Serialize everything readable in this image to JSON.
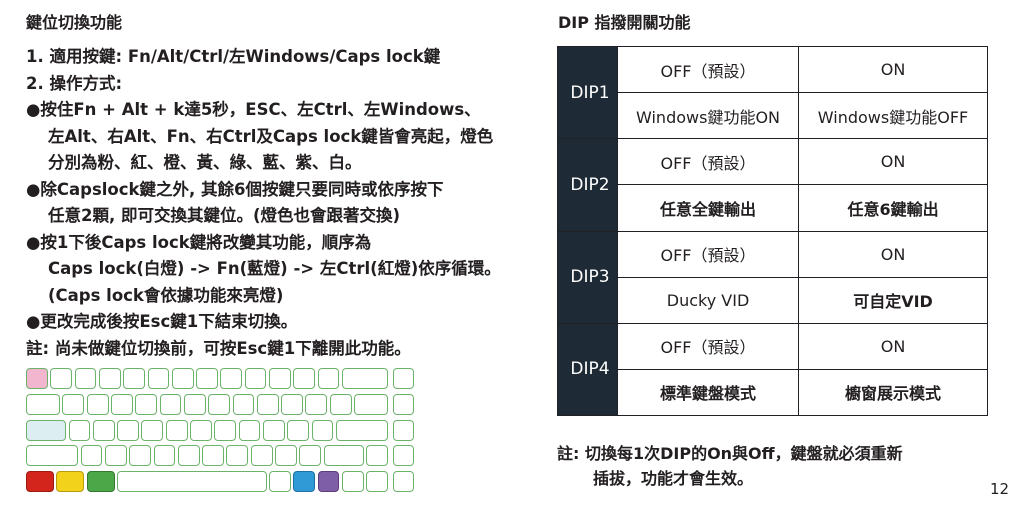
{
  "left": {
    "title": "鍵位切換功能",
    "lines": [
      {
        "text": "1. 適用按鍵: Fn/Alt/Ctrl/左Windows/Caps lock鍵",
        "indent": false
      },
      {
        "text": "2. 操作方式:",
        "indent": false
      },
      {
        "text": "●按住Fn + Alt + k達5秒，ESC、左Ctrl、左Windows、",
        "indent": false
      },
      {
        "text": "左Alt、右Alt、Fn、右Ctrl及Caps lock鍵皆會亮起，燈色",
        "indent": true
      },
      {
        "text": "分別為粉、紅、橙、黃、綠、藍、紫、白。",
        "indent": true
      },
      {
        "text": "●除Capslock鍵之外, 其餘6個按鍵只要同時或依序按下",
        "indent": false
      },
      {
        "text": "任意2顆, 即可交換其鍵位。(燈色也會跟著交換)",
        "indent": true
      },
      {
        "text": "●按1下後Caps lock鍵將改變其功能，順序為",
        "indent": false
      },
      {
        "text": "Caps lock(白燈) -> Fn(藍燈) -> 左Ctrl(紅燈)依序循環。",
        "indent": true
      },
      {
        "text": "(Caps lock會依據功能來亮燈)",
        "indent": true
      },
      {
        "text": "●更改完成後按Esc鍵1下結束切換。",
        "indent": false
      },
      {
        "text": "註: 尚未做鍵位切換前，可按Esc鍵1下離開此功能。",
        "indent": false
      }
    ]
  },
  "right": {
    "title": "DIP 指撥開關功能",
    "dips": [
      {
        "label": "DIP1",
        "off": "OFF（預設）",
        "on": "ON",
        "off_desc": "Windows鍵功能ON",
        "on_desc": "Windows鍵功能OFF"
      },
      {
        "label": "DIP2",
        "off": "OFF（預設）",
        "on": "ON",
        "off_desc": "任意全鍵輸出",
        "on_desc": "任意6鍵輸出"
      },
      {
        "label": "DIP3",
        "off": "OFF（預設）",
        "on": "ON",
        "off_desc": "Ducky VID",
        "on_desc": "可自定VID"
      },
      {
        "label": "DIP4",
        "off": "OFF（預設）",
        "on": "ON",
        "off_desc": "標準鍵盤模式",
        "on_desc": "櫥窗展示模式"
      }
    ],
    "note_line1": "註: 切換每1次DIP的On與Off，鍵盤就必須重新",
    "note_line2": "插拔，功能才會生效。"
  },
  "page_number": "12",
  "keyboard": {
    "colors": {
      "esc": "#f2b6cf",
      "caps": "#dceef2",
      "left_ctrl": "#d4251c",
      "left_win": "#f2d21b",
      "left_alt": "#4ca749",
      "fn": "#2f9ad6",
      "right_ctrl": "#7e5ea6",
      "outline": "#6cb36a"
    }
  }
}
